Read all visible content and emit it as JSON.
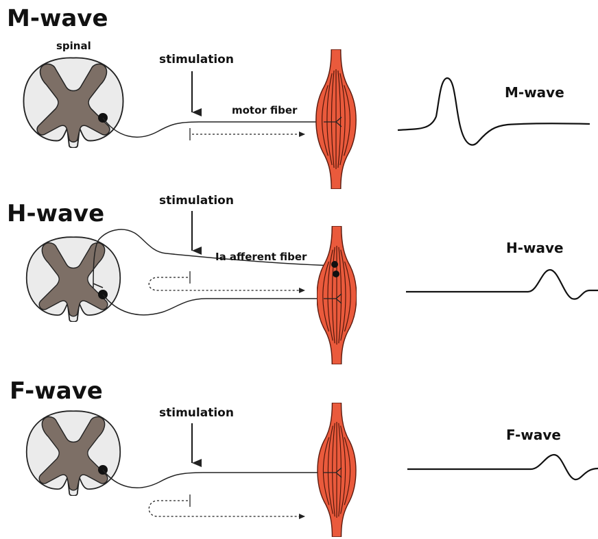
{
  "colors": {
    "cord_outline": "#222222",
    "cord_fill": "#ebebeb",
    "gray_matter": "#7d6f66",
    "muscle": "#ea5a3c",
    "line": "#222222"
  },
  "panels": [
    {
      "title": "M-wave",
      "labels": {
        "spinal": "spinal",
        "stimulation": "stimulation",
        "fiber": "motor fiber"
      },
      "wave_label": "M-wave",
      "icons": [
        "spinal-cord-icon",
        "motor-neuron-icon",
        "muscle-icon",
        "stimulation-arrow-icon"
      ]
    },
    {
      "title": "H-wave",
      "labels": {
        "stimulation": "stimulation",
        "fiber": "Ia afferent fiber"
      },
      "wave_label": "H-wave",
      "icons": [
        "spinal-cord-icon",
        "motor-neuron-icon",
        "muscle-spindle-icon",
        "stimulation-arrow-icon"
      ]
    },
    {
      "title": "F-wave",
      "labels": {
        "stimulation": "stimulation"
      },
      "wave_label": "F-wave",
      "icons": [
        "spinal-cord-icon",
        "motor-neuron-icon",
        "muscle-icon",
        "stimulation-arrow-icon"
      ]
    }
  ]
}
